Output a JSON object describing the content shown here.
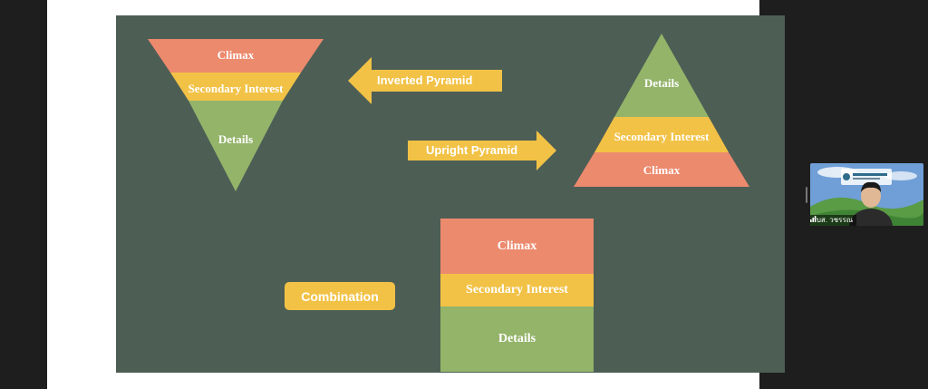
{
  "colors": {
    "slide_bg": "#4d5e55",
    "climax": "#ec8a6e",
    "secondary": "#f2c246",
    "details": "#94b46a",
    "arrow": "#f2c246"
  },
  "inverted_pyramid": {
    "top": "Climax",
    "middle": "Secondary Interest",
    "bottom": "Details"
  },
  "upright_pyramid": {
    "top": "Details",
    "middle": "Secondary Interest",
    "bottom": "Climax"
  },
  "arrows": {
    "left_label": "Inverted Pyramid",
    "right_label": "Upright Pyramid"
  },
  "combination": {
    "button_label": "Combination",
    "top": "Climax",
    "middle": "Secondary Interest",
    "bottom": "Details"
  },
  "participant": {
    "name": "กบส. วชรรณ"
  }
}
